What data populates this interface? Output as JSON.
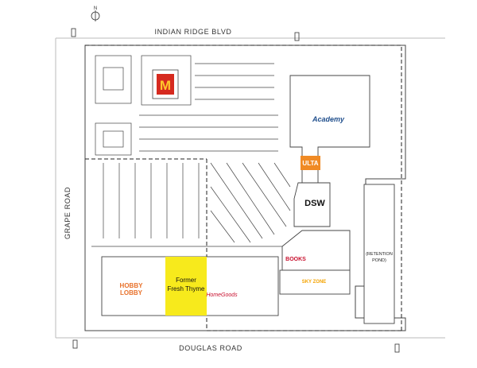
{
  "roads": {
    "north": "INDIAN RIDGE BLVD",
    "south": "DOUGLAS ROAD",
    "west": "GRAPE ROAD"
  },
  "compass": {
    "label": "N"
  },
  "stores": {
    "mcdonalds": {
      "label": "M",
      "color": "#d62a1f",
      "accent": "#ffc72c"
    },
    "academy": {
      "label": "Academy",
      "color": "#1f4e8c"
    },
    "ulta": {
      "label": "ULTA",
      "color": "#f08a24"
    },
    "dsw": {
      "label": "DSW",
      "color": "#111111"
    },
    "books": {
      "label": "BOOKS",
      "color": "#c8102e"
    },
    "skyzone": {
      "label": "SKY ZONE",
      "color": "#f4a300"
    },
    "hobby": {
      "line1": "HOBBY",
      "line2": "LOBBY",
      "color": "#e8712b"
    },
    "former": {
      "line1": "Former",
      "line2": "Fresh Thyme",
      "color": "#f7ea1c"
    },
    "homegoods": {
      "label": "HomeGoods",
      "color": "#c8102e"
    },
    "retention": {
      "line1": "(RETENTION",
      "line2": "POND)"
    }
  }
}
